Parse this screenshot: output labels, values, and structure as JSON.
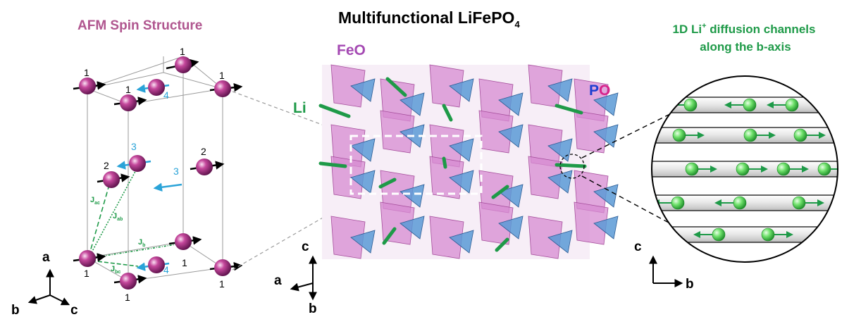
{
  "titles": {
    "main": "Multifunctional LiFePO",
    "main_sub": "4",
    "left": "AFM Spin Structure",
    "right_line1_pre": "1D Li",
    "right_line1_sup": "+",
    "right_line1_post": " diffusion channels",
    "right_line2": "along the b-axis"
  },
  "labels": {
    "feo": "FeO",
    "li": "Li",
    "p": "P",
    "o": "O"
  },
  "axes_left": {
    "a": "a",
    "b": "b",
    "c": "c"
  },
  "axes_middle": {
    "c": "c",
    "a": "a",
    "b": "b"
  },
  "axes_right": {
    "c": "c",
    "b": "b"
  },
  "spin_sites": {
    "n1": "1",
    "n2": "2",
    "n3": "3",
    "n4": "4"
  },
  "couplings": {
    "J": "J",
    "ac": "ac",
    "ab": "ab",
    "b": "b",
    "bc": "bc"
  },
  "colors": {
    "spin_sphere": "#9c2a7a",
    "blue_spin": "#2aa3d8",
    "green": "#1e9a48",
    "feo_poly": "#d78bd2",
    "po_poly": "#5b9ad6",
    "title_left": "#b0568f"
  }
}
